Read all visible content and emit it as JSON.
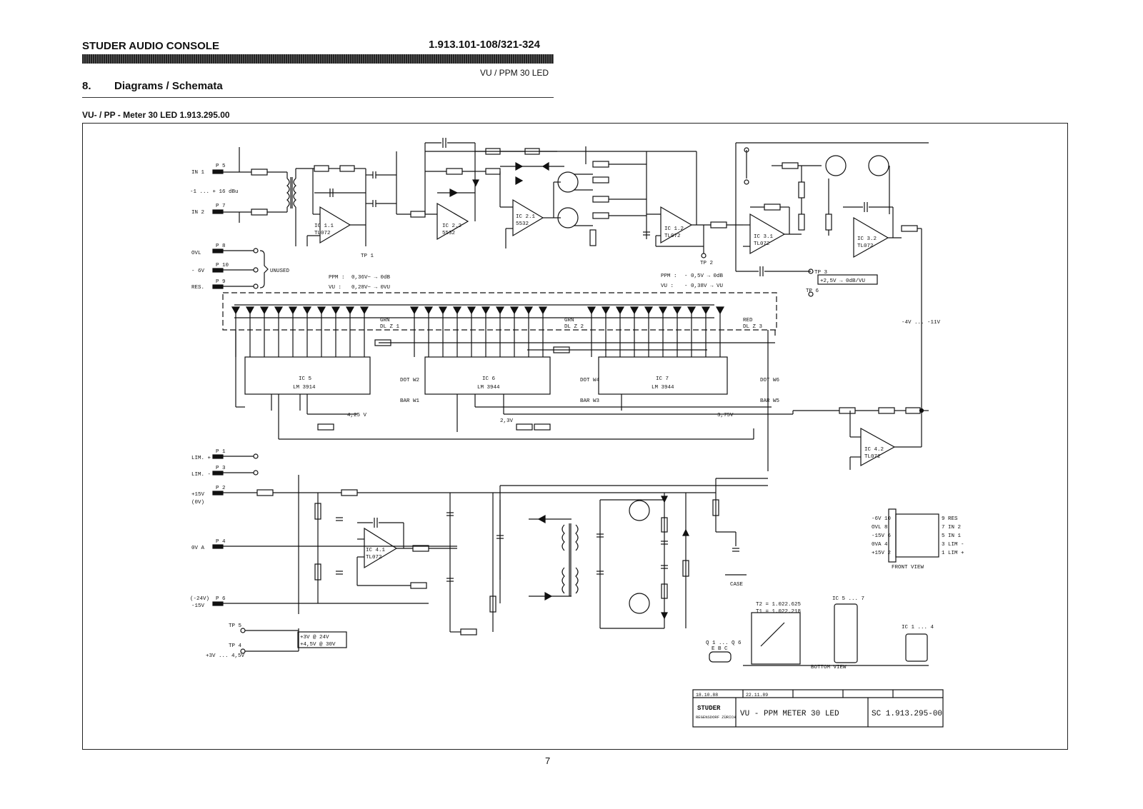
{
  "header": {
    "title_left": "STUDER AUDIO CONSOLE",
    "title_right": "1.913.101-108/321-324",
    "subtitle_right": "VU / PPM 30 LED"
  },
  "section": {
    "number": "8.",
    "title": "Diagrams  /  Schemata"
  },
  "caption": "VU- / PP - Meter 30 LED   1.913.295.00",
  "page_number": "7",
  "schematic": {
    "inputs": [
      {
        "pin": "P 5",
        "label": "IN 1"
      },
      {
        "pin": "P 7",
        "label": "IN 2"
      }
    ],
    "level_note": "-1 ... + 16 dBu",
    "unused_pins": [
      {
        "pin": "P 8",
        "label": "OVL"
      },
      {
        "pin": "P 10",
        "label": "- 6V"
      },
      {
        "pin": "P 9",
        "label": "RES."
      }
    ],
    "unused_label": "UNUSED",
    "limit_pins": [
      {
        "pin": "P 1",
        "label": "LIM. +"
      },
      {
        "pin": "P 3",
        "label": "LIM. -"
      }
    ],
    "supply_pins": [
      {
        "pin": "P 2",
        "label": "+15V",
        "sub": "(0V)"
      },
      {
        "pin": "P 4",
        "label": "0V A"
      },
      {
        "pin": "P 6",
        "label": "-15V",
        "sub": "(-24V)"
      }
    ],
    "testpoints": [
      "TP 1",
      "TP 2",
      "TP 3",
      "TP 4",
      "TP 5",
      "TP 6"
    ],
    "ics": {
      "ic11": {
        "ref": "IC 1.1",
        "type": "TL072"
      },
      "ic22": {
        "ref": "IC 2.2",
        "type": "5532"
      },
      "ic21": {
        "ref": "IC 2.1",
        "type": "5532"
      },
      "ic12": {
        "ref": "IC 1.2",
        "type": "TL072"
      },
      "ic31": {
        "ref": "IC 3.1",
        "type": "TL072"
      },
      "ic32": {
        "ref": "IC 3.2",
        "type": "TL072"
      },
      "ic42": {
        "ref": "IC 4.2",
        "type": "TL072"
      },
      "ic41": {
        "ref": "IC 4.1",
        "type": "TL072"
      },
      "ic5": {
        "ref": "IC 5",
        "type": "LM 3914"
      },
      "ic6": {
        "ref": "IC 6",
        "type": "LM 3944"
      },
      "ic7": {
        "ref": "IC 7",
        "type": "LM 3944"
      }
    },
    "led_groups": [
      {
        "color": "GRN",
        "name": "DL Z 1"
      },
      {
        "color": "GRN",
        "name": "DL Z 2"
      },
      {
        "color": "RED",
        "name": "DL Z 3"
      }
    ],
    "ppm_note_1": {
      "label": "PPM :",
      "value": "0,36V~ → 0dB"
    },
    "vu_note_1": {
      "label": "VU :",
      "value": "0,28V~ → 0VU"
    },
    "ppm_note_2": {
      "label": "PPM :",
      "value": "- 0,5V → 0dB"
    },
    "vu_note_2": {
      "label": "VU :",
      "value": "- 0,38V → VU"
    },
    "tp3_note": "+2,5V → 0dB/VU",
    "range_note": "-4V ... -11V",
    "voltages": [
      "4,25 V",
      "2,3V",
      "3,75V"
    ],
    "dot_bar": [
      {
        "dot": "DOT W2",
        "bar": "BAR W1"
      },
      {
        "dot": "DOT W4",
        "bar": "BAR W3"
      },
      {
        "dot": "DOT W6",
        "bar": "BAR W5"
      }
    ],
    "supply_note": [
      "+3V @ 24V",
      "+4,5V @ 30V"
    ],
    "tp4_label": "+3V ... 4,5V",
    "transformer_note": [
      "T2 = 1.022.625",
      "T1 = 1.022.218"
    ],
    "connector": {
      "left": [
        "-6V 10",
        "OVL 8",
        "-15V 6",
        "0VA 4",
        "+15V 2"
      ],
      "right": [
        "9 RES",
        "7 IN 2",
        "5 IN 1",
        "3 LIM -",
        "1 LIM +"
      ],
      "caption": "FRONT VIEW"
    },
    "bottom_view": "BOTTOM VIEW",
    "ic5_7_label": "IC 5 ... 7",
    "ic1_4_label": "IC 1 ... 4",
    "q_label": "Q 1 ... Q 6",
    "ebc": "E B C",
    "case_label": "CASE"
  },
  "title_block": {
    "revisions": [
      "18.10.88",
      "22.11.89"
    ],
    "company": "STUDER",
    "location": "REGENSDORF ZÜRICH",
    "drawing_title": "VU - PPM METER  30 LED",
    "drawing_number": "SC 1.913.295-00"
  }
}
